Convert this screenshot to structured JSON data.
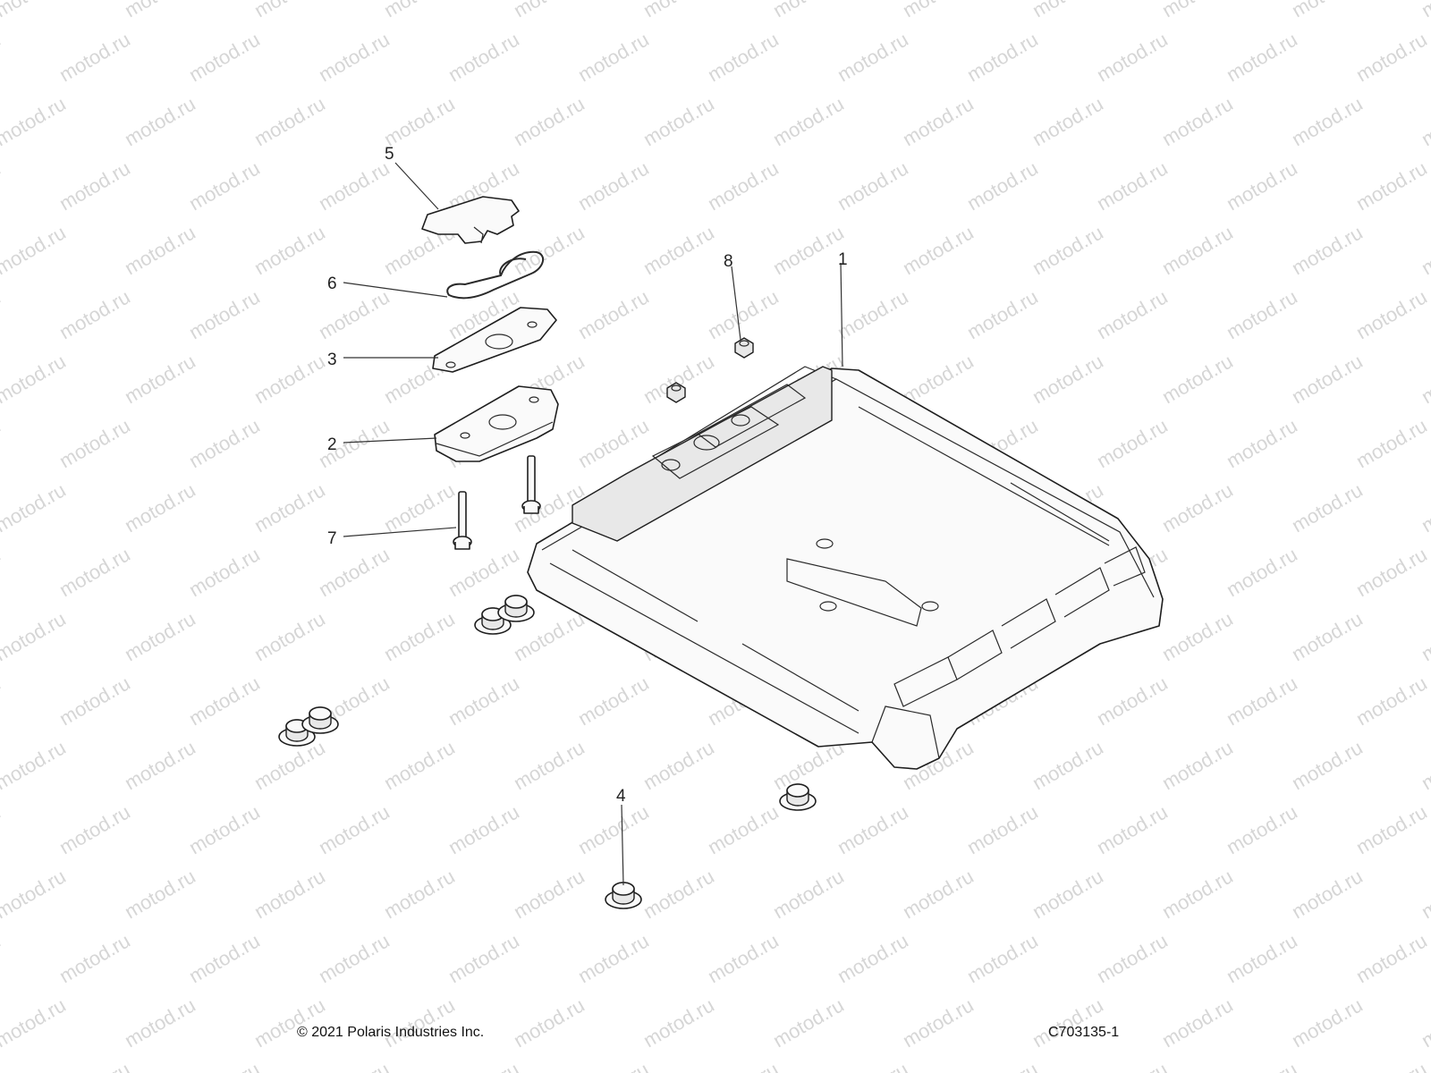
{
  "callouts": [
    {
      "id": "1",
      "label": "1"
    },
    {
      "id": "2",
      "label": "2"
    },
    {
      "id": "3",
      "label": "3"
    },
    {
      "id": "4",
      "label": "4"
    },
    {
      "id": "5",
      "label": "5"
    },
    {
      "id": "6",
      "label": "6"
    },
    {
      "id": "7",
      "label": "7"
    },
    {
      "id": "8",
      "label": "8"
    }
  ],
  "footer": {
    "copyright": "© 2021 Polaris Industries Inc.",
    "drawing_number": "C703135-1"
  },
  "watermark": {
    "text": "motod.ru",
    "color": "#d6d6d6"
  },
  "colors": {
    "line": "#1e1e1e",
    "fill": "#fafafa",
    "background": "#ffffff"
  }
}
